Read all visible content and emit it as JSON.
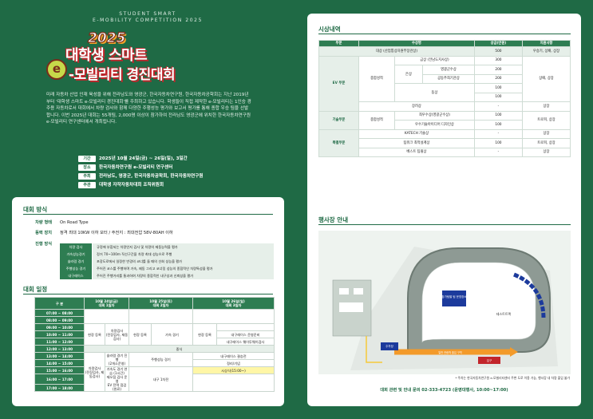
{
  "header": {
    "eyebrow_line1": "STUDENT SMART",
    "eyebrow_line2": "E-MOBILITY COMPETITION 2025",
    "year": "2025",
    "title_line1": "대학생 스마트",
    "title_badge": "e",
    "title_line2": "-모빌리티 경진대회"
  },
  "intro": "미래 자동차 산업 인재 육성을 위해 전라남도와 영광군, 한국자동차연구원, 한국자동차공학회는 지난 2019년부터 '대학생 스마트 e-모빌리티 경진대회'를 주최하고 있습니다. 학생들이 직접 제작한 e-모빌리티는 1인승 경주용 자동차로서 대회에서 차량 검사와 함께 다양한 주행성능 평가와 보고서 평가를 통해 종합 우승 팀을 선발합니다. 이번 2025년 대회는 55개팀, 2,000명 이상이 참가하여 전라남도 영광군에 위치한 한국자동차연구원 e-모빌리티 연구센터에서 개최됩니다.",
  "info": [
    {
      "label": "기간",
      "value": "2025년 10월 24일(금) ~ 26일(일), 3일간"
    },
    {
      "label": "장소",
      "value": "한국자동차연구원 e-모빌리티 연구센터"
    },
    {
      "label": "주최",
      "value": "전라남도, 영광군, 한국자동차공학회, 한국자동차연구원"
    },
    {
      "label": "주관",
      "value": "대학생 자작자동차대회 조직위원회"
    }
  ],
  "method": {
    "title": "대회 방식",
    "rows": [
      {
        "key": "차량 형태",
        "value": "On Road Type"
      },
      {
        "key": "동력 장치",
        "value": "정격 최대 10KW 이하 모터 / 주전지 : 최대전압 58V-80AH 이하"
      },
      {
        "key": "진행 방식",
        "value": ""
      }
    ],
    "program": [
      {
        "key": "차량 검사",
        "value": "규정에 부합되는 차량인지 검사 및 차량의 제동능력을 평가"
      },
      {
        "key": "가속성능경기",
        "value": "정거 70~100m 직선구간을 차량 최대 성능으로 주행"
      },
      {
        "key": "슬라럼 경기",
        "value": "포장도로에서 일정한 반경의 코너를 돌 때의 선회 성능을 평가"
      },
      {
        "key": "주행성능 경기",
        "value": "주어진 코스를 주행하며 가속, 제동 그리고 코너링 성능의 종합적인 차량특성을 평가"
      },
      {
        "key": "내구레이스",
        "value": "주어진 주행거리를 통과하여 차량의 종합적인 내구성과 신뢰성을 평가"
      }
    ]
  },
  "schedule": {
    "title": "대회 일정",
    "col_label": "구 분",
    "days": [
      {
        "date": "10월 24일(금)",
        "name": "대회 1일차"
      },
      {
        "date": "10월 25일(토)",
        "name": "대회 2일차"
      },
      {
        "date": "10월 26일(일)",
        "name": "대회 3일차"
      }
    ],
    "times": [
      "07:00 ~ 08:00",
      "08:00 ~ 09:00",
      "09:00 ~ 10:00",
      "10:00 ~ 11:00",
      "11:00 ~ 12:00",
      "12:00 ~ 13:00",
      "13:00 ~ 14:00",
      "14:00 ~ 15:00",
      "15:00 ~ 16:00",
      "16:00 ~ 17:00",
      "17:00 ~ 18:00"
    ],
    "cells": {
      "d1_reg": "현장 등록",
      "d1_insp": "차량검사",
      "d1_insp_sub": "(전장검사, 제동검사)",
      "d2_reg": "현장 등록",
      "d2_accel": "가속 경기",
      "d3_reg": "현장 등록",
      "d3_endure_prep": "내구레이스 운영준비",
      "d3_endure_insp": "내구레이스 웨이투웨이검사",
      "lunch": "중식",
      "d1_insp2": "차량검사",
      "d1_insp2_sub": "(전장검사, 제동검사)",
      "d1_slalom": "슬라럼 경기 진행",
      "d1_slalom_sub": "(2개소운영)",
      "d1_accel_train": "가속도 경기 연습",
      "d1_accel_train_sub": "(1시간)",
      "d1_brake": "제동장비 설치 진행",
      "d1_brake_sub": "(1시간)",
      "d1_fin": "제오점 검사 운영",
      "d1_fin2": "EV 전력 점검(완료)",
      "d2_drive": "주행성능 경기",
      "d2_endure": "내구 1차전",
      "d3_endure": "내구레이스 결승전",
      "d3_clean": "정리/기념",
      "d3_award": "시상식(15:00~)"
    }
  },
  "prize": {
    "title": "시상내역",
    "headers": [
      "부문",
      "수상명",
      "상금(만원)",
      "지원사항"
    ],
    "rows": {
      "grand_name": "대상 (산업통상자원부장관상)",
      "grand_amount": "500",
      "grand_support": "우승기, 상패, 상장",
      "ev": "EV 부문",
      "overall": "종합성적",
      "gold": "금상 (전남도지사상)",
      "gold_amount": "300",
      "silver": "은상",
      "silver1": "영광군수상",
      "silver1_amount": "200",
      "silver2": "공동주최기관상",
      "silver2_amount": "200",
      "bronze": "동상",
      "bronze_amount1": "100",
      "bronze_amount2": "100",
      "ev_support": "상패, 상장",
      "encourage": "장려상",
      "encourage_amount": "-",
      "encourage_support": "상장",
      "tech": "기술부문",
      "tech_overall": "종합성적",
      "tech1": "최우수상(영광군수상)",
      "tech1_amount": "100",
      "tech2": "우수기술아이디어 디자인상",
      "tech2_amount": "100",
      "tech_support": "트로피, 상장",
      "special": "특별부문",
      "special1": "KATECH 기술상",
      "special1_amount": "-",
      "special1_support": "상장",
      "special2": "팀워크 최적설계상",
      "special2_amount": "100",
      "special2_support": "트로피, 상장",
      "special3": "베스트 팀윙상",
      "special3_amount": "-",
      "special3_support": "상장"
    }
  },
  "venue": {
    "title": "행사장 안내",
    "label_track": "테스트트랙",
    "label_pit": "참가팀별 팀 운영장소",
    "label_parking": "주차장",
    "label_entrance": "입구",
    "label_route": "일반 관람객 출입 구역",
    "note": "* 주차는 한국자동차연구원 e-모빌리티센터 주변 도로 이용 가능, 행사장 내 차량 출입 불가",
    "contact": "대회 관련 및 안내 문의 02-333-4723 (운영대행사, 10:00~17:00)"
  },
  "colors": {
    "brand": "#1f6a45",
    "accent": "#c2252b",
    "highlight": "#fff6a6",
    "route": "#f39a2a"
  }
}
